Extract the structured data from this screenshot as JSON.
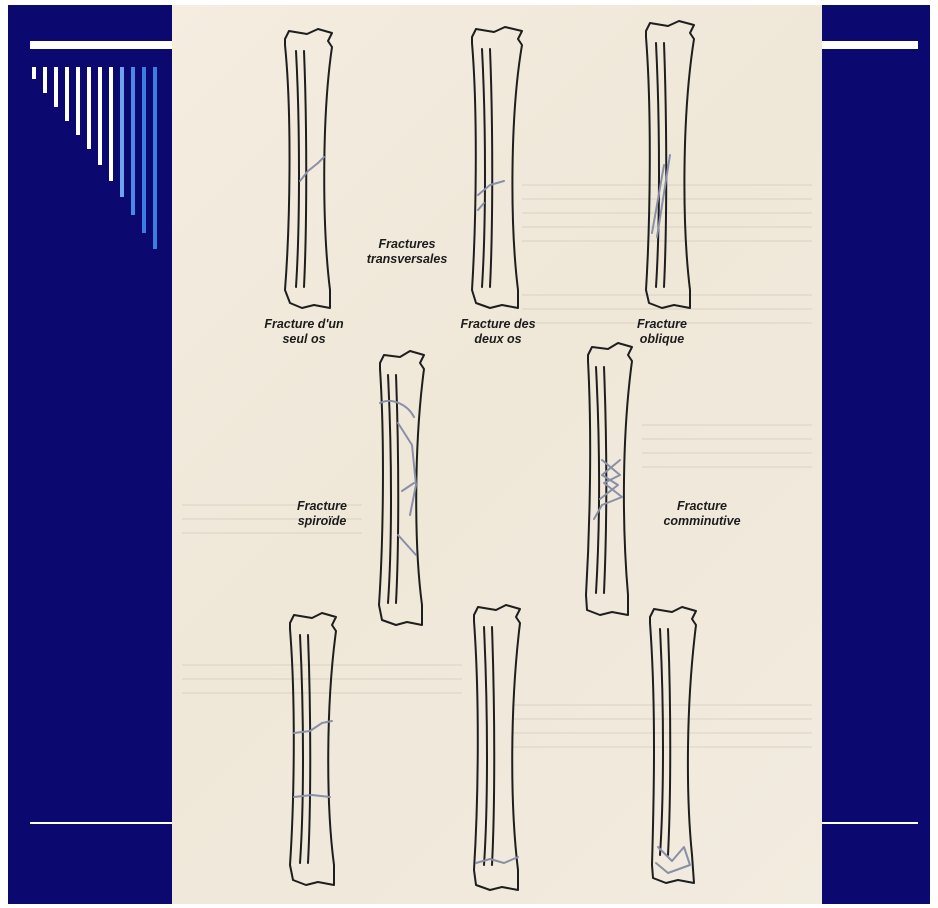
{
  "slide": {
    "background_color": "#0b0870",
    "accent_color": "#ffffff",
    "decoration_stripe_colors": [
      "#ffffff",
      "#3a7fe0"
    ]
  },
  "diagram": {
    "labels": {
      "transverse_group": "Fractures\ntransversales",
      "single_bone": "Fracture d'un\nseul os",
      "both_bones": "Fracture des\ndeux os",
      "oblique": "Fracture\noblique",
      "spiral": "Fracture\nspiroïde",
      "comminuted": "Fracture\ncomminutive"
    }
  }
}
